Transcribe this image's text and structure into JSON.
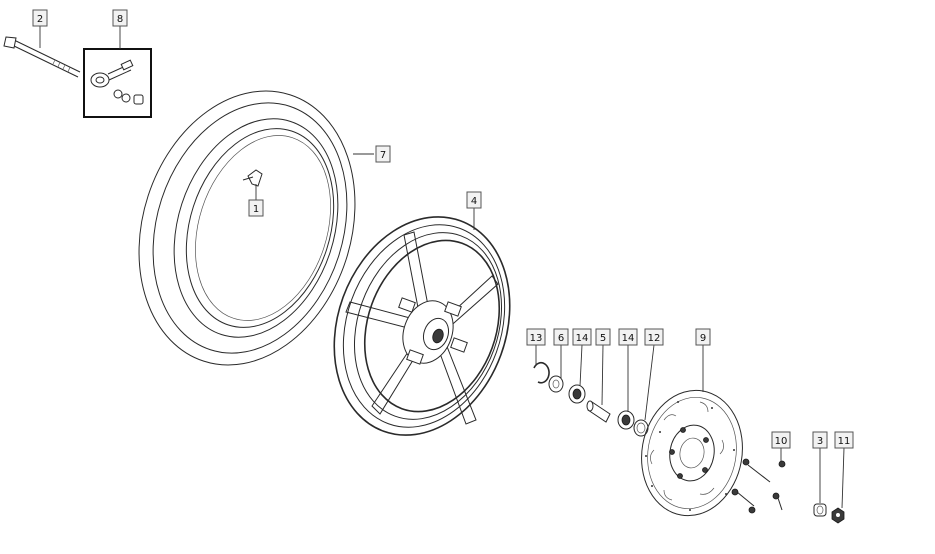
{
  "callouts": [
    {
      "id": "c1",
      "label": "1"
    },
    {
      "id": "c2",
      "label": "2"
    },
    {
      "id": "c3",
      "label": "3"
    },
    {
      "id": "c4",
      "label": "4"
    },
    {
      "id": "c5",
      "label": "5"
    },
    {
      "id": "c6",
      "label": "6"
    },
    {
      "id": "c7",
      "label": "7"
    },
    {
      "id": "c8",
      "label": "8"
    },
    {
      "id": "c9",
      "label": "9"
    },
    {
      "id": "c10",
      "label": "10"
    },
    {
      "id": "c11",
      "label": "11"
    },
    {
      "id": "c12",
      "label": "12"
    },
    {
      "id": "c13",
      "label": "13"
    },
    {
      "id": "c14a",
      "label": "14"
    },
    {
      "id": "c14b",
      "label": "14"
    }
  ]
}
